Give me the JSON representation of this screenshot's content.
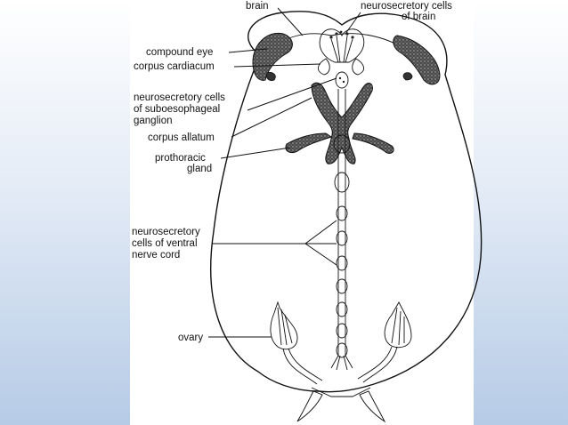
{
  "diagram": {
    "labels": {
      "brain": "brain",
      "neurosecretory_brain_1": "neurosecretory cells",
      "neurosecretory_brain_2": "of brain",
      "compound_eye": "compound eye",
      "corpus_cardiacum": "corpus cardiacum",
      "subesophageal_1": "neurosecretory cells",
      "subesophageal_2": "of suboesophageal",
      "subesophageal_3": "ganglion",
      "corpus_allatum": "corpus allatum",
      "prothoracic_1": "prothoracic",
      "prothoracic_2": "gland",
      "ventral_1": "neurosecretory",
      "ventral_2": "cells of ventral",
      "ventral_3": "nerve cord",
      "ovary": "ovary"
    }
  }
}
